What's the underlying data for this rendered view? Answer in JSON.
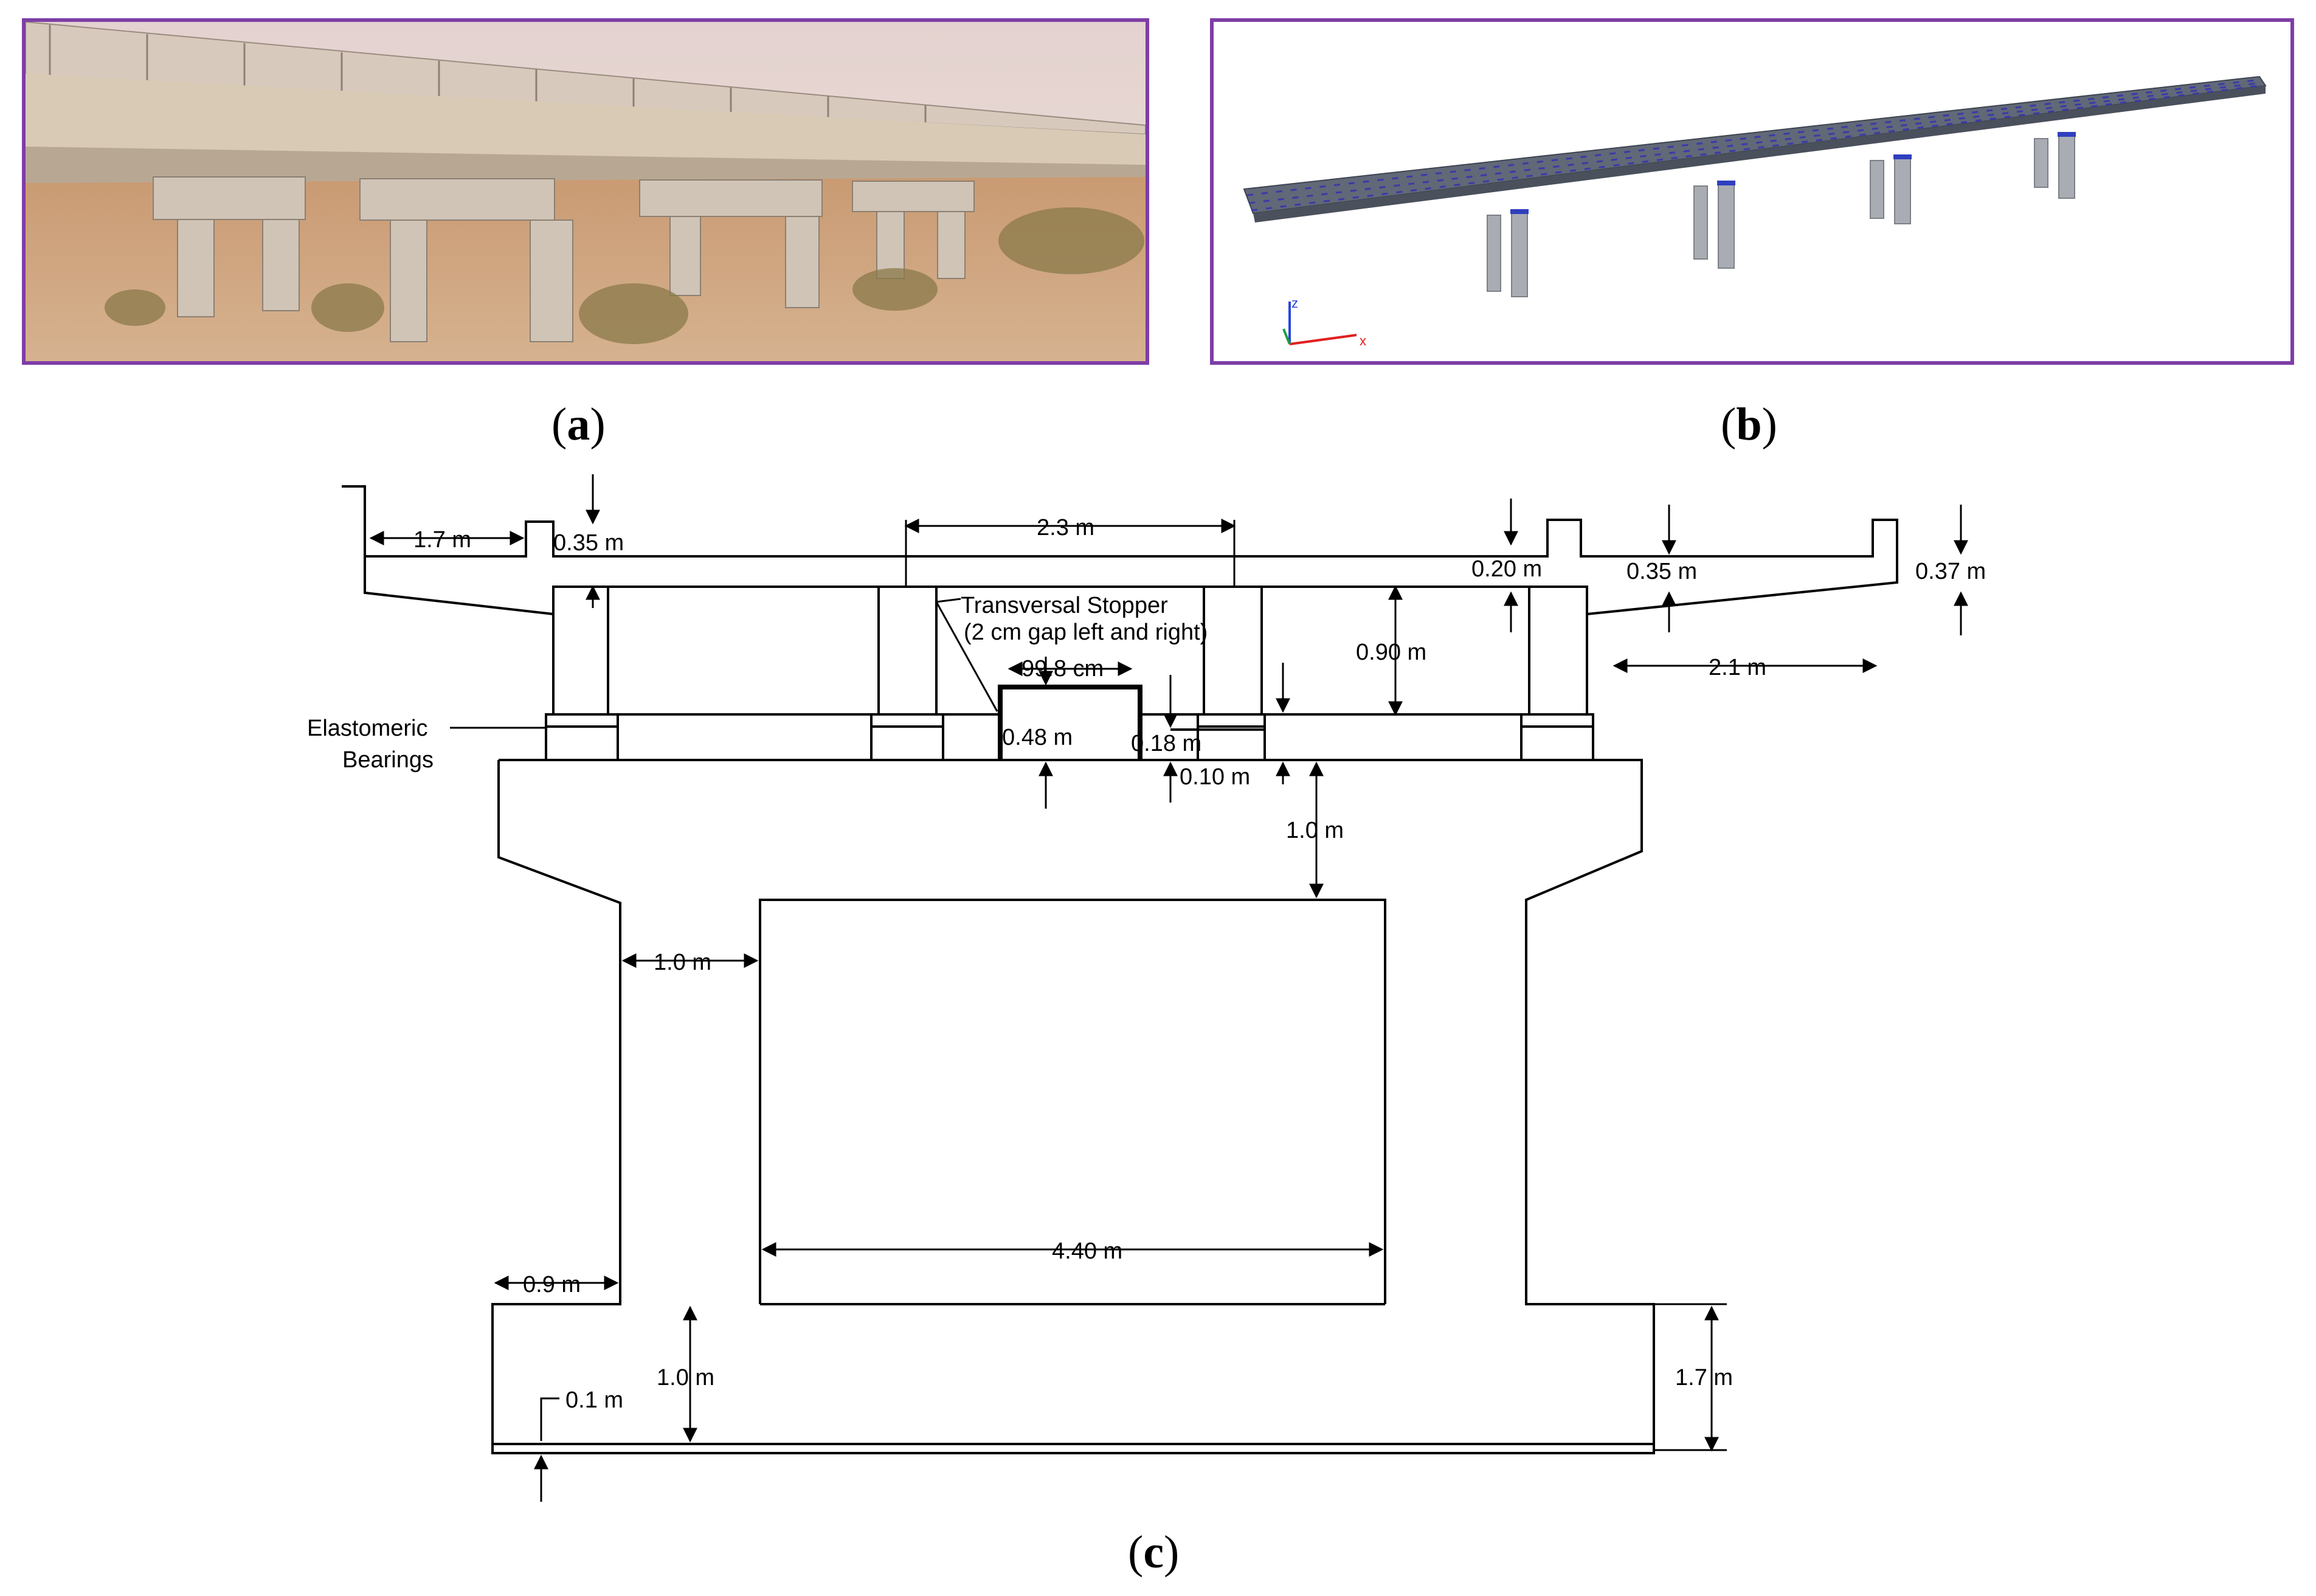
{
  "captions": {
    "a": "a",
    "b": "b",
    "c": "c"
  },
  "axis": {
    "z": "z",
    "x": "x"
  },
  "labels": {
    "w17": "1.7 m",
    "h035a": "0.35 m",
    "w23": "2.3 m",
    "h020": "0.20 m",
    "h035b": "0.35 m",
    "h037": "0.37 m",
    "stopper1": "Transversal Stopper",
    "stopper2": "(2 cm gap left and right)",
    "w998": "99.8 cm",
    "h090": "0.90 m",
    "w21": "2.1 m",
    "bear1": "Elastomeric",
    "bear2": "Bearings",
    "h048": "0.48 m",
    "h018": "0.18 m",
    "h010": "0.10 m",
    "h10top": "1.0 m",
    "w10": "1.0 m",
    "w440": "4.40 m",
    "w09": "0.9 m",
    "h10bot": "1.0 m",
    "h01": "0.1 m",
    "h17": "1.7 m"
  },
  "colors": {
    "frame": "#7e3ea6",
    "sky": "#e9d6d0",
    "ground": "#c9966a",
    "deck": "#5f6572"
  }
}
